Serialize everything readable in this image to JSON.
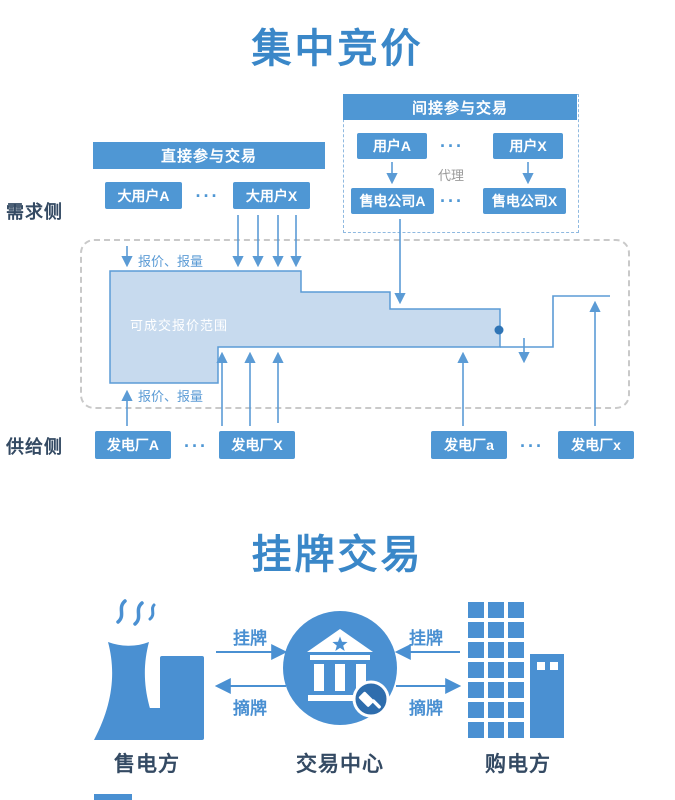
{
  "bidding": {
    "title": "集中竞价",
    "demand_label": "需求侧",
    "supply_label": "供给侧",
    "direct_header": "直接参与交易",
    "direct_user_a": "大用户A",
    "direct_user_x": "大用户X",
    "indirect_header": "间接参与交易",
    "user_a": "用户A",
    "user_x": "用户X",
    "agent_label": "代理",
    "company_a": "售电公司A",
    "company_x": "售电公司X",
    "dots": "···",
    "quote_label": "报价、报量",
    "range_label": "可成交报价范围",
    "plant_a": "发电厂A",
    "plant_x_upper": "发电厂X",
    "plant_a_lower": "发电厂a",
    "plant_x_lower": "发电厂x"
  },
  "listing": {
    "title": "挂牌交易",
    "list_label": "挂牌",
    "delist_label": "摘牌",
    "seller_label": "售电方",
    "center_label": "交易中心",
    "buyer_label": "购电方"
  },
  "colors": {
    "primary_blue": "#4a90d2",
    "box_blue": "#4f97d4",
    "title_blue": "#3a87c8",
    "range_fill": "#c7daee",
    "range_stroke": "#5b9bd5",
    "dark_label": "#344a63"
  }
}
